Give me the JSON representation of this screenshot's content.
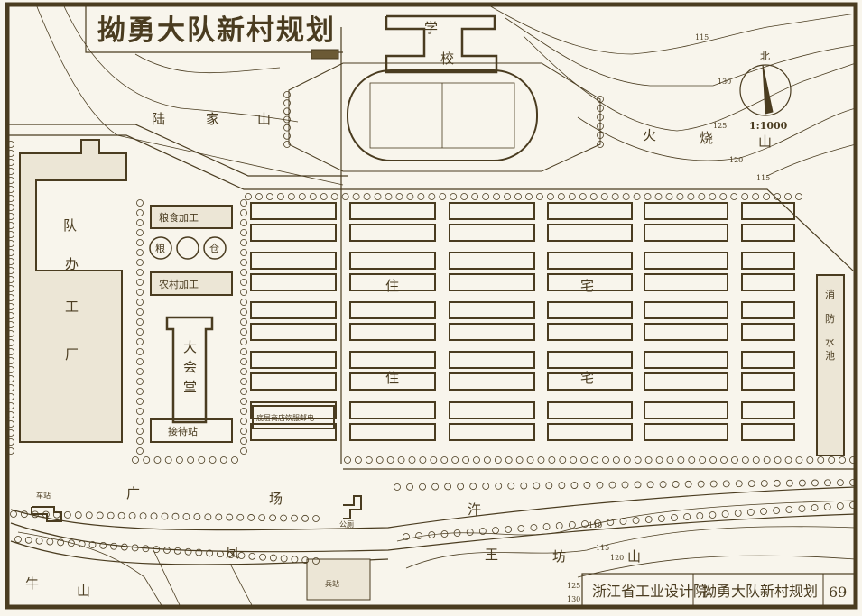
{
  "title": "拗勇大队新村规划",
  "colors": {
    "ink": "#4a3c20",
    "paper": "#f8f5ec"
  },
  "north_arrow": {
    "label": "北",
    "scale": "1:1000"
  },
  "hills": {
    "lujiashan": [
      "陆",
      "家",
      "山"
    ],
    "huoshaoshan": [
      "火",
      "烧",
      "山"
    ],
    "wangfangshan": [
      "王",
      "坊",
      "山"
    ],
    "niushan": [
      "牛",
      "山"
    ]
  },
  "school": [
    "学",
    "校"
  ],
  "factory": [
    "队",
    "办",
    "工",
    "厂"
  ],
  "grain_processing": "粮食加工",
  "granary": [
    "粮",
    "仓"
  ],
  "farm_processing": "农村加工",
  "hall": [
    "大",
    "会",
    "堂"
  ],
  "reception": "接待站",
  "shops": "底层商店饮服邮电",
  "residential": [
    [
      "住",
      "宅"
    ],
    [
      "住",
      "宅"
    ]
  ],
  "fire_pool": [
    "消",
    "防",
    "水",
    "池"
  ],
  "square": [
    "广",
    "场"
  ],
  "station": "车站",
  "toilet": "公厕",
  "river": [
    "凤",
    "汻"
  ],
  "barracks": "兵站",
  "contours": [
    "115",
    "130",
    "125",
    "120",
    "115",
    "110",
    "115",
    "120",
    "125",
    "130"
  ],
  "footer": {
    "institute": "浙江省工业设计院",
    "title": "拗勇大队新村规划",
    "page": "69"
  }
}
